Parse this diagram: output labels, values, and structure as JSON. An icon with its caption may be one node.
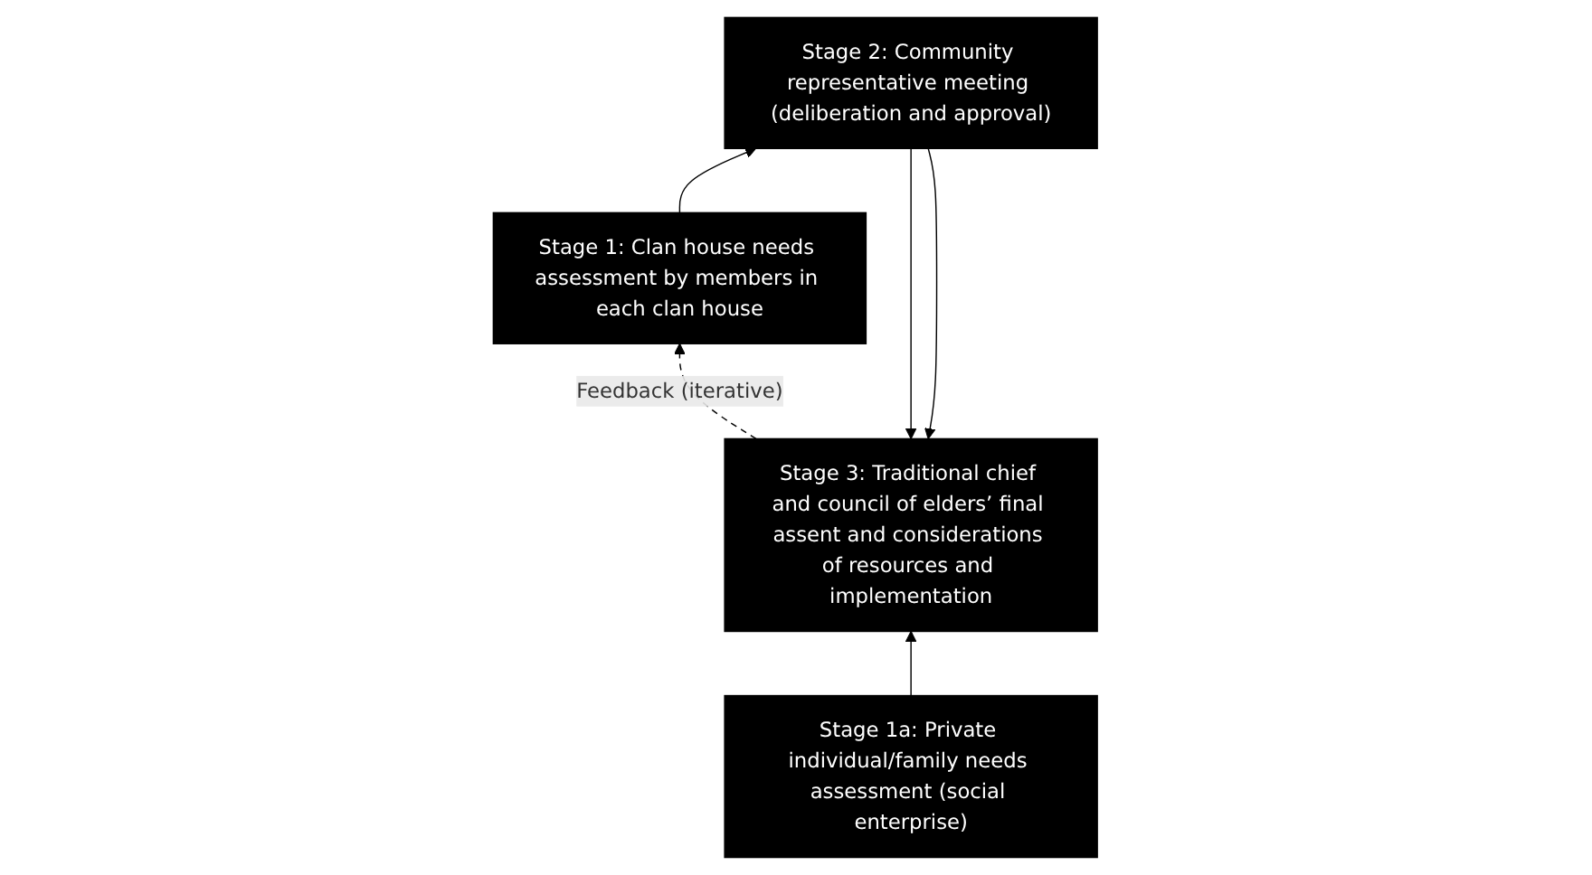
{
  "diagram": {
    "nodes": [
      {
        "text": [
          "Stage 3: Traditional chief and council of elders’ final assent and considerations of resources and implementation"
        ]
      },
      {
        "text": [
          "Stage 2: Community representative meeting (deliberation and approval)"
        ]
      },
      {
        "text": [
          "Stage 1a: Private individual/family needs assessment (social enterprise)"
        ]
      },
      {
        "text": [
          "Stage 1: Clan house needs assessment by members in each clan house"
        ]
      }
    ],
    "edges": [
      {
        "from": 3,
        "to": 1,
        "arrow": "to"
      },
      {
        "from": 1,
        "to": 0,
        "arrow": "to"
      },
      {
        "from": 1,
        "to": 0,
        "arrow": "to"
      },
      {
        "from": 2,
        "to": 0,
        "arrow": "to"
      },
      {
        "from": 0,
        "to": 3,
        "arrow": "to",
        "label": "Feedback (iterative)",
        "style": "dashed"
      }
    ]
  }
}
